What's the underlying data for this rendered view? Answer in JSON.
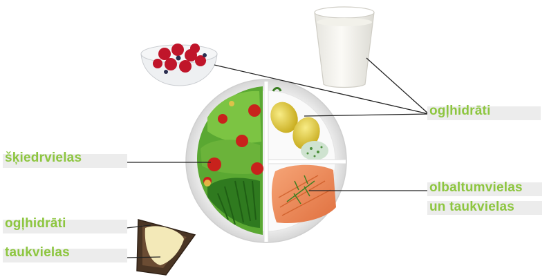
{
  "labels": {
    "carbs_top": "ogļhidrāti",
    "fiber": "šķiedrvielas",
    "protein_line1": "olbaltumvielas",
    "protein_line2": "un taukvielas",
    "carbs_bottom": "ogļhidrāti",
    "fat": "taukvielas"
  },
  "colors": {
    "label_text": "#8dc63f",
    "label_bar": "#ececec",
    "leader_line": "#222222",
    "plate": "#f6f6f6",
    "plate_rim": "#d9d9d9",
    "salad_green": "#4c9a2a",
    "tomato": "#c8221c",
    "potato": "#e9d14a",
    "salmon": "#ef8a5a",
    "milk": "#f4f3ee",
    "berries": "#c0152a",
    "bread": "#5a3f2a",
    "butter": "#f3e9b8"
  }
}
